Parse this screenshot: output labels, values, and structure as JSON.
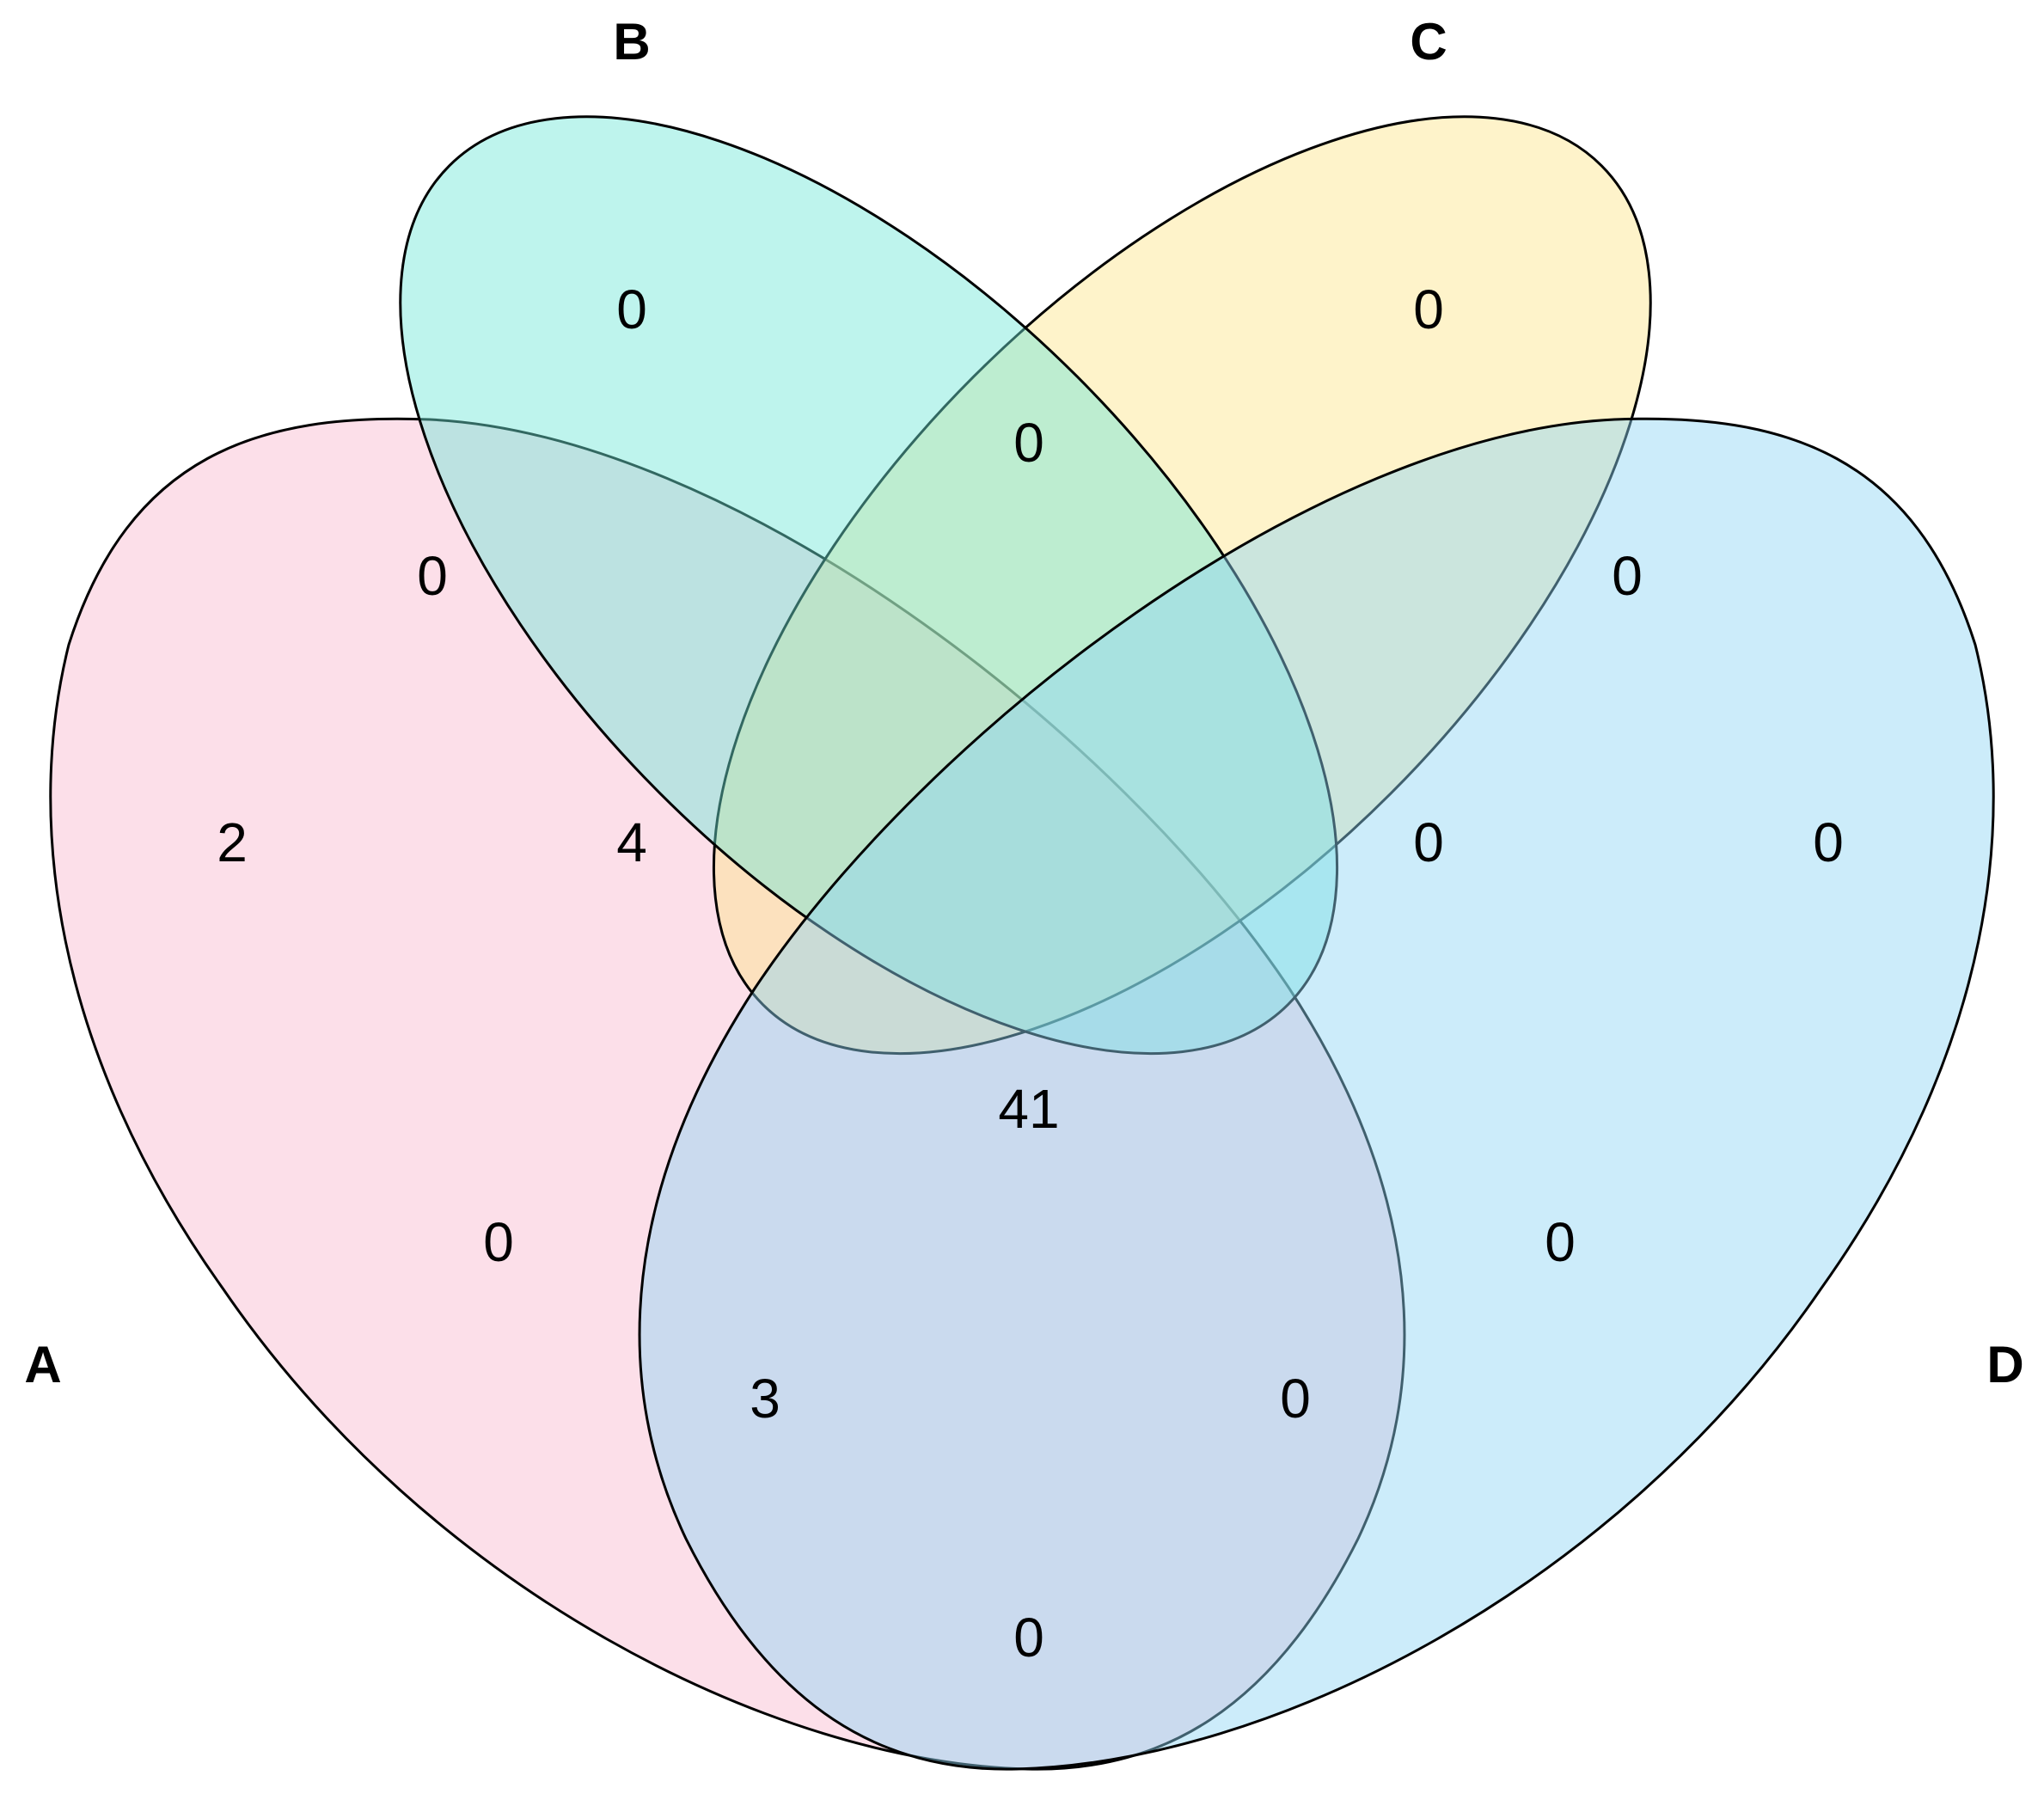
{
  "sets": [
    {
      "id": "A",
      "label": "A",
      "color": "#f9b8cf"
    },
    {
      "id": "B",
      "label": "B",
      "color": "#fde58a"
    },
    {
      "id": "C",
      "label": "C",
      "color": "#6fe6d6"
    },
    {
      "id": "D",
      "label": "D",
      "color": "#8dd4f4"
    }
  ],
  "regions": {
    "A_only": "2",
    "B_only": "0",
    "C_only": "0",
    "D_only": "0",
    "AB": "0",
    "BC": "0",
    "CD": "0",
    "AD": "0",
    "ABC": "4",
    "BCD": "0",
    "AC": "0",
    "BD": "0",
    "ACD": "3",
    "ABD": "0",
    "ABCD": "41",
    "AD_bottom": "0"
  }
}
